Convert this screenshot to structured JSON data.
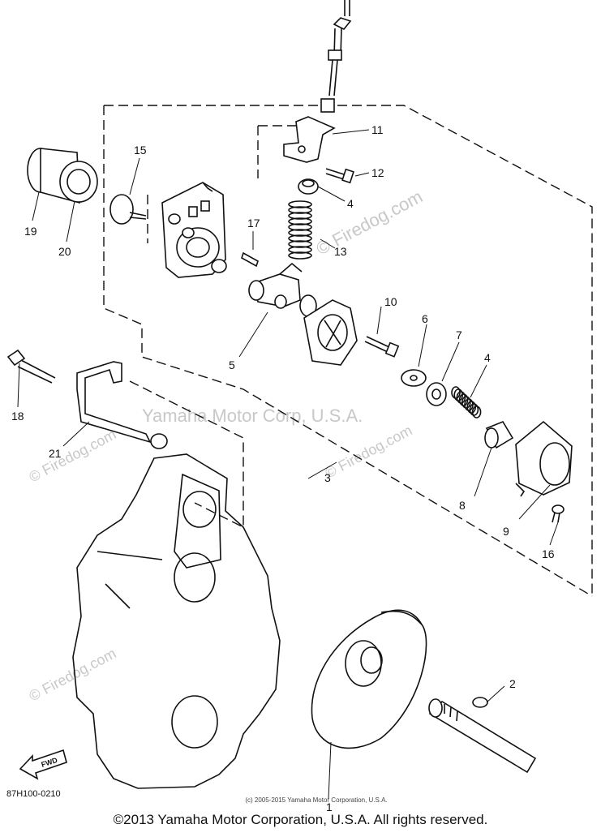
{
  "diagram": {
    "code": "87H100-0210",
    "fine_print": "(c) 2005-2015 Yamaha Motor Corporation, U.S.A.",
    "copyright": "©2013 Yamaha Motor Corporation, U.S.A. All rights reserved.",
    "fwd_label": "FWD",
    "watermarks": {
      "firedog_main": "© Firedog.com",
      "firedog_small": "© Firedog.com",
      "yamaha": "Yamaha Motor Corp, U.S.A."
    },
    "part_labels": {
      "p1": "1",
      "p2": "2",
      "p3": "3",
      "p4a": "4",
      "p4b": "4",
      "p5": "5",
      "p6": "6",
      "p7": "7",
      "p8": "8",
      "p9": "9",
      "p10": "10",
      "p11": "11",
      "p12": "12",
      "p13": "13",
      "p15": "15",
      "p16": "16",
      "p17": "17",
      "p18": "18",
      "p19": "19",
      "p20": "20",
      "p21": "21"
    }
  }
}
